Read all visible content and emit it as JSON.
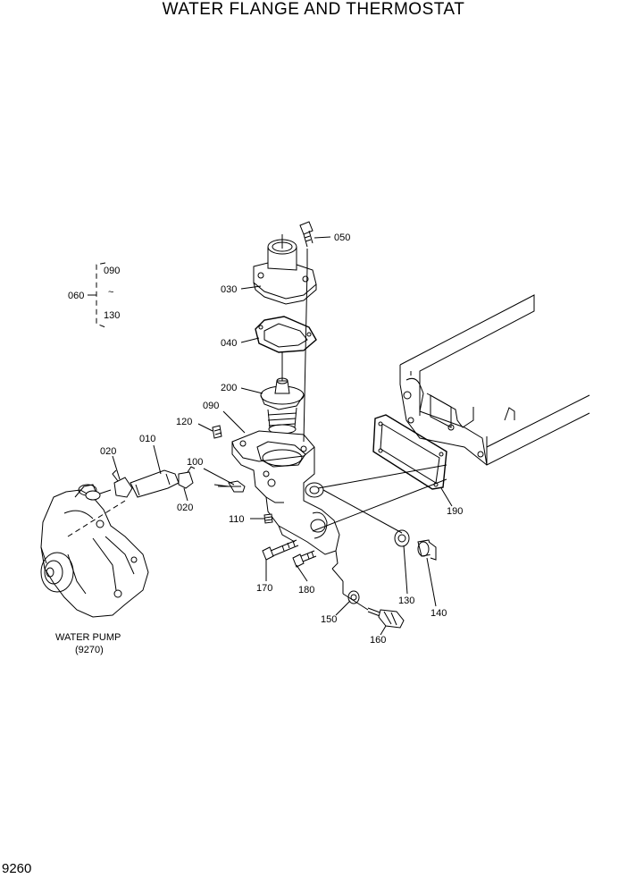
{
  "title": "WATER FLANGE AND THERMOSTAT",
  "page_number": "9260",
  "parts": {
    "p010": "010",
    "p020a": "020",
    "p020b": "020",
    "p030": "030",
    "p040": "040",
    "p050": "050",
    "p060": "060",
    "p090a": "090",
    "p090b": "090",
    "p100": "100",
    "p110": "110",
    "p120": "120",
    "p130a": "130",
    "p130b": "130",
    "p140": "140",
    "p150": "150",
    "p160": "160",
    "p170": "170",
    "p180": "180",
    "p190": "190",
    "p200": "200",
    "range_symbol": "~"
  },
  "water_pump": {
    "label": "WATER PUMP",
    "ref": "(9270)"
  }
}
